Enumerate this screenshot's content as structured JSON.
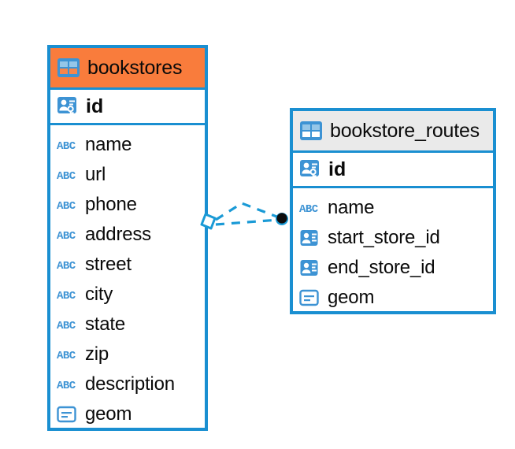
{
  "diagram": {
    "type": "entity-relationship-diagram",
    "background_color": "#ffffff",
    "accent_color": "#1a8fd1",
    "highlight_color": "#f97c3c",
    "header_gray": "#eaeaea"
  },
  "entities": [
    {
      "name": "bookstores",
      "header_style": "orange",
      "table_icon": "table-icon",
      "primary_key": {
        "label": "id",
        "icon": "primary-key-icon"
      },
      "fields": [
        {
          "label": "name",
          "icon": "text-field-icon"
        },
        {
          "label": "url",
          "icon": "text-field-icon"
        },
        {
          "label": "phone",
          "icon": "text-field-icon"
        },
        {
          "label": "address",
          "icon": "text-field-icon"
        },
        {
          "label": "street",
          "icon": "text-field-icon"
        },
        {
          "label": "city",
          "icon": "text-field-icon"
        },
        {
          "label": "state",
          "icon": "text-field-icon"
        },
        {
          "label": "zip",
          "icon": "text-field-icon"
        },
        {
          "label": "description",
          "icon": "text-field-icon"
        },
        {
          "label": "geom",
          "icon": "geometry-field-icon"
        }
      ]
    },
    {
      "name": "bookstore_routes",
      "header_style": "gray",
      "table_icon": "table-icon",
      "primary_key": {
        "label": "id",
        "icon": "primary-key-icon"
      },
      "fields": [
        {
          "label": "name",
          "icon": "text-field-icon"
        },
        {
          "label": "start_store_id",
          "icon": "foreign-key-icon"
        },
        {
          "label": "end_store_id",
          "icon": "foreign-key-icon"
        },
        {
          "label": "geom",
          "icon": "geometry-field-icon"
        }
      ]
    }
  ],
  "relationship": {
    "from_entity": "bookstores",
    "to_entity": "bookstore_routes",
    "line_style": "dashed",
    "source_endpoint": "rhombus-marker",
    "target_endpoint": "filled-circle-marker",
    "color": "#1a9ad6"
  }
}
